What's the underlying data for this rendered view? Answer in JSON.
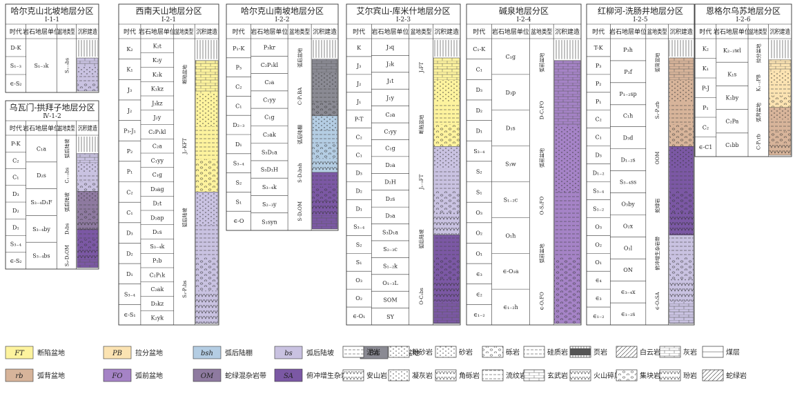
{
  "colors": {
    "FT": "#fdf39e",
    "PB": "#fbe3b2",
    "bsh": "#b4cde3",
    "bs": "#c9c2e1",
    "BA": "#8a8a93",
    "rb": "#d7b49a",
    "FO": "#a583c6",
    "OM": "#8e7aa0",
    "SA": "#7b58a4",
    "line": "#333333"
  },
  "header": {
    "era": "时代",
    "rock_unit": "岩石地层单位",
    "basin": "盆地类型",
    "sediment": "沉积建造"
  },
  "panels": [
    {
      "id": "p111",
      "title": "哈尔克山北坡地层分区",
      "subtitle": "Ⅰ-1-1",
      "eras": [
        "D-K",
        "S₁₋₃",
        "∈-S₂"
      ],
      "units": [
        "S₁₋₃k"
      ],
      "basins": [
        "S₁₋₃bs"
      ],
      "fills": [
        "bs"
      ]
    },
    {
      "id": "p412",
      "title": "乌瓦门-拱拜子地层分区",
      "subtitle": "Ⅳ-1-2",
      "eras": [
        "P-K",
        "C₂",
        "C₁",
        "D₃",
        "D₂",
        "D₁",
        "S₃₋₄",
        "∈-S₂"
      ],
      "units": [
        "C₁a",
        "D₂s",
        "S₃₋₄D₁F",
        "S₃₋₄by",
        "S₃₋₄bs"
      ],
      "basins": [
        "弧后陆坡",
        "C₁₋₂bs",
        "弧后陆坡",
        "D₃bs",
        "S₃-D₂OM"
      ],
      "fills": [
        "bs",
        "OM",
        "SA"
      ]
    },
    {
      "id": "p121",
      "title": "西南天山地层分区",
      "subtitle": "Ⅰ-2-1",
      "eras": [
        "K₂",
        "K₁",
        "J₃",
        "J₂",
        "P₃-J₁",
        "P₂",
        "P₁",
        "C₂",
        "C₁",
        "D₃",
        "D₂",
        "D₁",
        "S₃₋₄",
        "∈-S₁"
      ],
      "units": [
        "K₂t",
        "K₂y",
        "K₂k",
        "K₁kz",
        "J₃kz",
        "J₂y",
        "C₂P₁kl",
        "C₂a",
        "C₁yy",
        "C₁g",
        "D₃ag",
        "D₂t",
        "D₁ap",
        "D₁s",
        "S₃₋₄k",
        "P₁b",
        "C₂P₁k",
        "C₂ak",
        "D₃kz",
        "K₂yk"
      ],
      "basins": [
        "断陷盆地",
        "J₂-KFT",
        "弧后陆坡",
        "S₃-P₁bs"
      ],
      "fills": [
        "FT",
        "bs"
      ]
    },
    {
      "id": "p122",
      "title": "哈尔克山南坡地层分区",
      "subtitle": "Ⅰ-2-2",
      "eras": [
        "P₁-K",
        "P₃",
        "C₂",
        "C₁",
        "D₂₋₃",
        "D₁",
        "S₃₋₄",
        "S₂",
        "S₁",
        "∈-O"
      ],
      "units": [
        "P₃kr",
        "C₂P₁kl",
        "C₂a",
        "C₁yy",
        "C₁g",
        "C₂ak",
        "S₃D₁a",
        "S₃D₁H",
        "S₃₋₄k",
        "S₂₋₃y",
        "S₁syn"
      ],
      "basins": [
        "弧后盆地",
        "C-P₁BA",
        "弧后陆棚",
        "S-D₁bsh",
        "S-D₂OM"
      ],
      "fills": [
        "BA",
        "bsh",
        "SA"
      ]
    },
    {
      "id": "p123",
      "title": "艾尔宾山-库米什地层分区",
      "subtitle": "Ⅰ-2-3",
      "eras": [
        "K",
        "J₃",
        "J₂",
        "J₁",
        "P-T",
        "C₂",
        "C₁",
        "D₃",
        "D₂",
        "D₁",
        "S₃₋₄",
        "S₂",
        "S₁",
        "O₃",
        "O₂",
        "∈-O₁"
      ],
      "units": [
        "J₃q",
        "J₂k",
        "J₁t",
        "J₁y",
        "C₂a",
        "C₁yy",
        "C₁g",
        "D₂a",
        "D₂H",
        "D₂s",
        "D₃a",
        "S₃D₁a",
        "S₂₋₃c",
        "S₁₋₂k",
        "O₁₋₃L",
        "SOM",
        "SY"
      ],
      "basins": [
        "J₃FT",
        "断陷盆地",
        "J₁₋₂FT",
        "弧后陆坡",
        "O-C₂bs"
      ],
      "fills": [
        "FT",
        "bs",
        "SA"
      ]
    },
    {
      "id": "p124",
      "title": "碱泉地层分区",
      "subtitle": "Ⅰ-2-4",
      "eras": [
        "C₁-K",
        "C₁",
        "D₃",
        "D₂",
        "D₁",
        "S₃₋₄",
        "S₂",
        "S₁",
        "O₃",
        "O₂",
        "O₁",
        "∈₃",
        "∈₂",
        "∈₁₋₂"
      ],
      "units": [
        "C₁g",
        "D₃p",
        "D₁s",
        "S₃w",
        "S₁₋₂c",
        "O₁h",
        "∈-O₁a",
        "∈₁₋₂h"
      ],
      "basins": [
        "弧前盆地",
        "D-C₁FO",
        "弧前盆地",
        "O-S₂FO",
        "弧前盆地",
        "∈-O₁FO"
      ],
      "fills": [
        "FO"
      ]
    },
    {
      "id": "p125",
      "title": "红柳河-洗肠井地层分区",
      "subtitle": "Ⅰ-2-5",
      "eras": [
        "T-K",
        "P₃",
        "P₂",
        "P₁",
        "C₂",
        "C₁",
        "D₃",
        "D₁₋₂",
        "S₃₋₄",
        "S₁₋₂",
        "O₃",
        "O₂",
        "O₁",
        "∈₄",
        "∈₃",
        "∈₁₋₂"
      ],
      "units": [
        "P₃h",
        "P₃f",
        "P₁₋₂sp",
        "C₁h",
        "D₃d",
        "D₁₋₂s",
        "S₃₋₄ss",
        "O₃by",
        "O₂x",
        "O₁l",
        "ON",
        "∈₃₋₄x",
        "∈₁₋₂s"
      ],
      "basins": [
        "弧背盆地",
        "S₁-P₃rb",
        "OOM",
        "蛇绿岩",
        "俯冲增生杂岩带",
        "∈-O₃SA"
      ],
      "fills": [
        "rb",
        "SA",
        "bs"
      ]
    },
    {
      "id": "p126",
      "title": "恩格尔乌苏地层分区",
      "subtitle": "Ⅰ-2-6",
      "eras": [
        "K₂",
        "K₁",
        "P-J",
        "P₁",
        "C₂",
        "∈-C1"
      ],
      "units": [
        "K₂₋₃wl",
        "K₁s",
        "K₁by",
        "C₂Pa",
        "C₁bb"
      ],
      "basins": [
        "拉分盆地",
        "K₁₋₂PB",
        "弧背盆地",
        "C-P₁rb"
      ],
      "fills": [
        "PB",
        "rb"
      ]
    }
  ],
  "legend": {
    "basin_types": [
      {
        "code": "FT",
        "label": "断陷盆地",
        "color_key": "FT"
      },
      {
        "code": "PB",
        "label": "拉分盆地",
        "color_key": "PB"
      },
      {
        "code": "bsh",
        "label": "弧后陆棚",
        "color_key": "bsh"
      },
      {
        "code": "bs",
        "label": "弧后陆坡",
        "color_key": "bs"
      },
      {
        "code": "BA",
        "label": "弧后盆地",
        "color_key": "BA"
      },
      {
        "code": "rb",
        "label": "弧背盆地",
        "color_key": "rb"
      },
      {
        "code": "FO",
        "label": "弧前盆地",
        "color_key": "FO"
      },
      {
        "code": "OM",
        "label": "蛇绿混杂岩带",
        "color_key": "OM"
      },
      {
        "code": "SA",
        "label": "俯冲增生杂岩带",
        "color_key": "SA"
      }
    ],
    "lithology_row1": [
      {
        "pattern": "mud",
        "label": "泥岩"
      },
      {
        "pattern": "silt",
        "label": "粉砂岩"
      },
      {
        "pattern": "sand",
        "label": "砂岩"
      },
      {
        "pattern": "conglom",
        "label": "砾岩"
      },
      {
        "pattern": "siliceous",
        "label": "硅质岩"
      },
      {
        "pattern": "shale",
        "label": "页岩"
      },
      {
        "pattern": "dolomite",
        "label": "白云岩"
      },
      {
        "pattern": "limestone",
        "label": "灰岩"
      },
      {
        "pattern": "coal",
        "label": "煤层"
      }
    ],
    "lithology_row2": [
      {
        "pattern": "andesite",
        "label": "安山岩"
      },
      {
        "pattern": "tuff",
        "label": "凝灰岩"
      },
      {
        "pattern": "breccia",
        "label": "角砾岩"
      },
      {
        "pattern": "rhyolite",
        "label": "流纹岩"
      },
      {
        "pattern": "basalt",
        "label": "玄武岩"
      },
      {
        "pattern": "volcbreccia",
        "label": "火山碎屑岩"
      },
      {
        "pattern": "agglom",
        "label": "集块岩"
      },
      {
        "pattern": "porphyry",
        "label": "玢岩"
      },
      {
        "pattern": "ophiolite",
        "label": "蛇绿岩"
      }
    ]
  }
}
